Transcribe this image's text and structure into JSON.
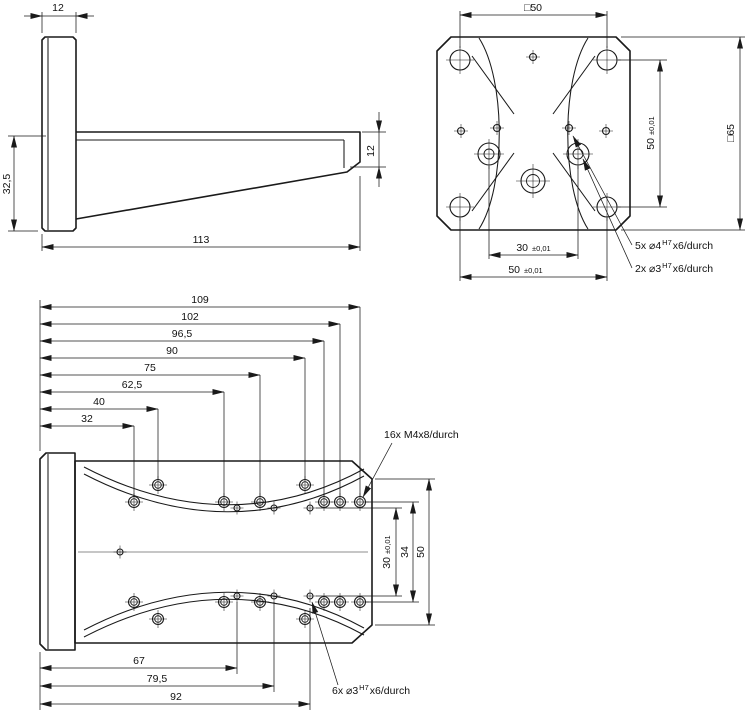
{
  "colors": {
    "background": "#ffffff",
    "ink": "#1a1a1a"
  },
  "side_view": {
    "dim_plate_thickness": "12",
    "dim_lower_height": "32,5",
    "dim_total_length": "113",
    "dim_arm_thickness": "12"
  },
  "front_view": {
    "dim_hole_pattern_square": "□50",
    "dim_outer_square": "□65",
    "dim_vertical": {
      "value": "50",
      "tol": "±0,01"
    },
    "dim_bottom_inner": {
      "value": "30",
      "tol": "±0,01"
    },
    "dim_bottom_outer": {
      "value": "50",
      "tol": "±0,01"
    },
    "note_5x": {
      "pre": "5x ⌀4",
      "sup": "H7",
      "post": "x6/durch"
    },
    "note_2x": {
      "pre": "2x ⌀3",
      "sup": "H7",
      "post": "x6/durch"
    }
  },
  "top_view": {
    "dims_top": [
      "109",
      "102",
      "96,5",
      "90",
      "75",
      "62,5",
      "40",
      "32"
    ],
    "note_16x": "16x M4x8/durch",
    "dim_right_inner": {
      "value": "30",
      "tol": "±0,01"
    },
    "dim_right_mid": "34",
    "dim_right_outer": "50",
    "dims_bottom": [
      "67",
      "79,5",
      "92"
    ],
    "note_6x": {
      "pre": "6x ⌀3",
      "sup": "H7",
      "post": "x6/durch"
    }
  }
}
